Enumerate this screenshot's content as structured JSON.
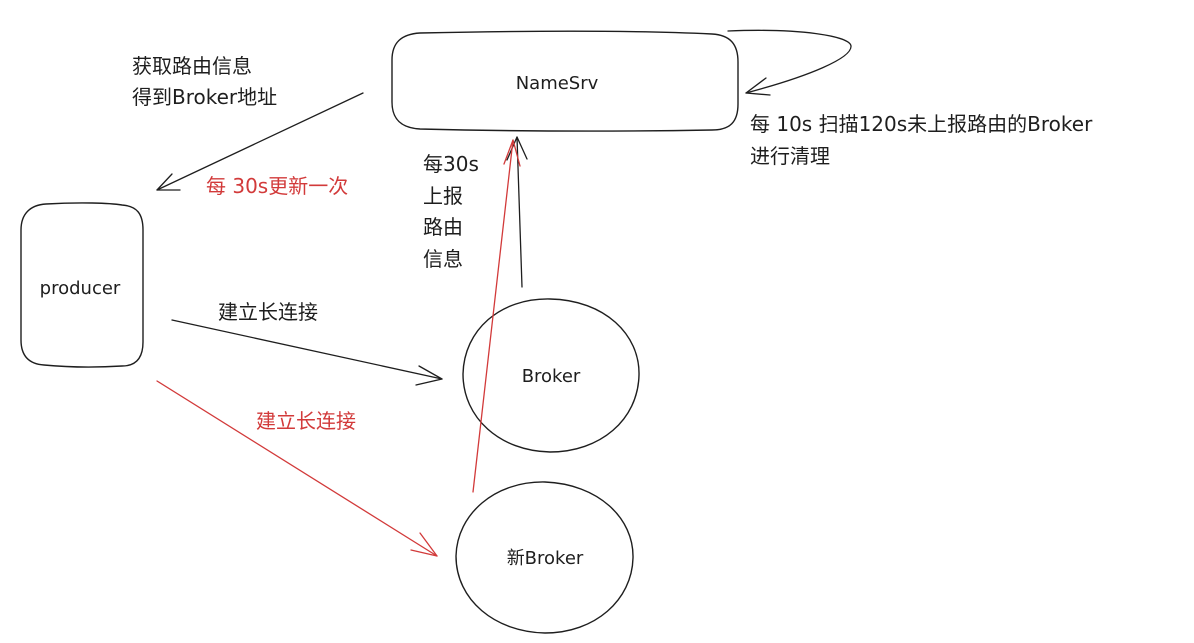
{
  "colors": {
    "ink": "#1e1e1e",
    "accent_red": "#d23a3a"
  },
  "nodes": {
    "namesrv": "NameSrv",
    "producer": "producer",
    "broker": "Broker",
    "new_broker": "新Broker"
  },
  "labels": {
    "route_info_line1": "获取路由信息",
    "route_info_line2": "得到Broker地址",
    "update_interval": "每 30s更新一次",
    "scan_line1": "每 10s 扫描120s未上报路由的Broker",
    "scan_line2": "进行清理",
    "report_line1": "每30s",
    "report_line2": "上报",
    "report_line3": "路由",
    "report_line4": "信息",
    "long_conn_broker": "建立长连接",
    "long_conn_new_broker": "建立长连接"
  }
}
